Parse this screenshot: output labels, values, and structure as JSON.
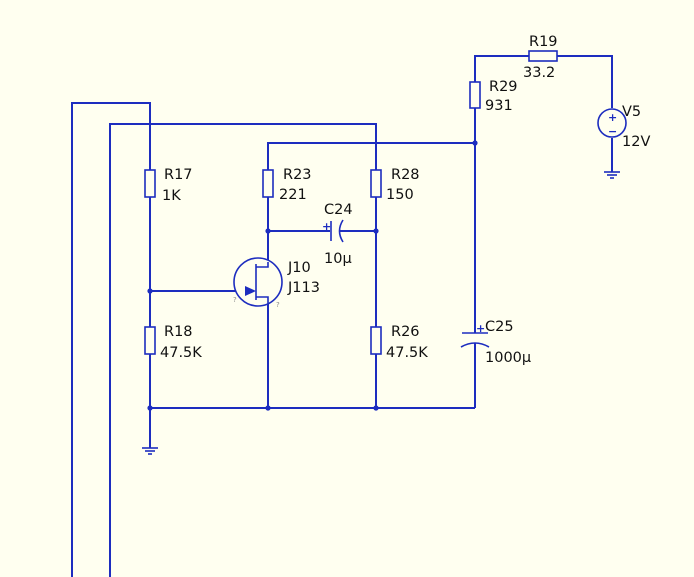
{
  "colors": {
    "background": "#fffff0",
    "wire": "#1d2dbf",
    "text": "#111111",
    "pin_label": "#8a8a8a"
  },
  "components": {
    "R17": {
      "name": "R17",
      "value": "1K"
    },
    "R18": {
      "name": "R18",
      "value": "47.5K"
    },
    "R19": {
      "name": "R19",
      "value": "33.2"
    },
    "R23": {
      "name": "R23",
      "value": "221"
    },
    "R26": {
      "name": "R26",
      "value": "47.5K"
    },
    "R28": {
      "name": "R28",
      "value": "150"
    },
    "R29": {
      "name": "R29",
      "value": "931"
    },
    "C24": {
      "name": "C24",
      "value": "10µ",
      "polarity": "+"
    },
    "C25": {
      "name": "C25",
      "value": "1000µ",
      "polarity": "+"
    },
    "J10": {
      "name": "J10",
      "value": "J113",
      "pin_gate": "?",
      "pin_source": "?"
    },
    "V5": {
      "name": "V5",
      "value": "12V",
      "plus": "+",
      "minus": "−"
    }
  },
  "icons": [
    "resistor-icon",
    "capacitor-icon",
    "jfet-icon",
    "voltage-source-icon",
    "ground-icon",
    "junction-dot-icon"
  ]
}
